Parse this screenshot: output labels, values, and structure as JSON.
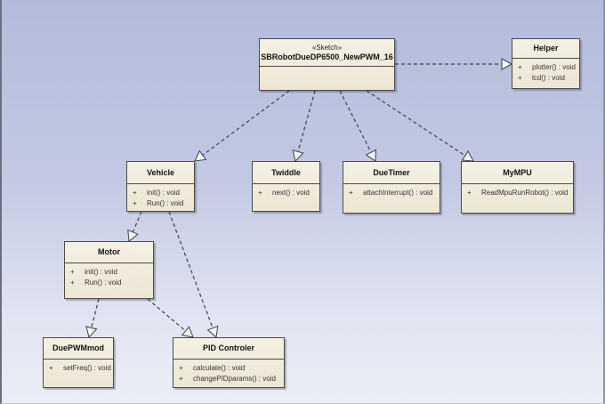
{
  "diagram": {
    "type": "uml-class-diagram",
    "colors": {
      "class_fill": "#f1ecdb",
      "class_border": "#4a4a4a",
      "link_color": "#3c4050",
      "background_top": "#b2bbdc",
      "background_bottom": "#eceef6"
    },
    "classes": {
      "sketch": {
        "stereotype": "«Sketch»",
        "name": "SBRobotDueDP6500_NewPWM_16",
        "operations": []
      },
      "helper": {
        "name": "Helper",
        "operations": [
          {
            "visibility": "+",
            "signature": "plotter() : void"
          },
          {
            "visibility": "+",
            "signature": "lcd() : void"
          }
        ]
      },
      "vehicle": {
        "name": "Vehicle",
        "operations": [
          {
            "visibility": "+",
            "signature": "init() : void"
          },
          {
            "visibility": "+",
            "signature": "Run() : void"
          }
        ]
      },
      "twiddle": {
        "name": "Twiddle",
        "operations": [
          {
            "visibility": "+",
            "signature": "next() : void"
          }
        ]
      },
      "duetimer": {
        "name": "DueTimer",
        "operations": [
          {
            "visibility": "+",
            "signature": "attachInterrupt() : void"
          }
        ]
      },
      "mympu": {
        "name": "MyMPU",
        "operations": [
          {
            "visibility": "+",
            "signature": "ReadMpuRunRobot() : void"
          }
        ]
      },
      "motor": {
        "name": "Motor",
        "operations": [
          {
            "visibility": "+",
            "signature": "init() : void"
          },
          {
            "visibility": "+",
            "signature": "Run() : void"
          }
        ]
      },
      "duepwmmod": {
        "name": "DuePWMmod",
        "operations": [
          {
            "visibility": "+",
            "signature": "setFreq() : void"
          }
        ]
      },
      "pid": {
        "name": "PID Controler",
        "operations": [
          {
            "visibility": "+",
            "signature": "calculate() : void"
          },
          {
            "visibility": "+",
            "signature": "changePIDparams() : void"
          }
        ]
      }
    },
    "dependencies": [
      {
        "from": "sketch",
        "to": "helper",
        "kind": "dependency"
      },
      {
        "from": "sketch",
        "to": "vehicle",
        "kind": "dependency"
      },
      {
        "from": "sketch",
        "to": "twiddle",
        "kind": "dependency"
      },
      {
        "from": "sketch",
        "to": "duetimer",
        "kind": "dependency"
      },
      {
        "from": "sketch",
        "to": "mympu",
        "kind": "dependency"
      },
      {
        "from": "vehicle",
        "to": "motor",
        "kind": "dependency"
      },
      {
        "from": "vehicle",
        "to": "pid",
        "kind": "dependency"
      },
      {
        "from": "motor",
        "to": "duepwmmod",
        "kind": "dependency"
      },
      {
        "from": "motor",
        "to": "pid",
        "kind": "dependency"
      }
    ]
  }
}
